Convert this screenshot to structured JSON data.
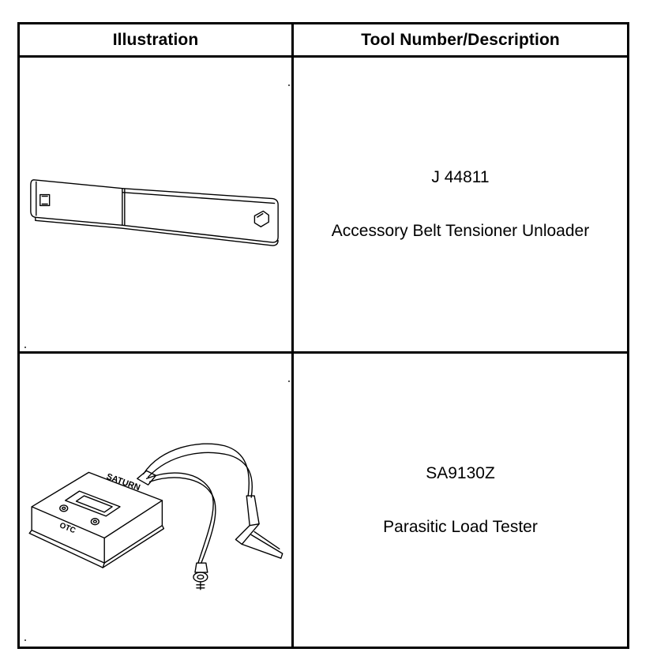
{
  "table": {
    "headers": {
      "illustration": "Illustration",
      "description": "Tool Number/Description"
    },
    "rows": [
      {
        "tool_number": "J 44811",
        "description": "Accessory Belt Tensioner Unloader",
        "illustration_icon": "tensioner-unloader-tool-icon"
      },
      {
        "tool_number": "SA9130Z",
        "description": "Parasitic Load Tester",
        "illustration_icon": "parasitic-load-tester-icon",
        "device_labels": {
          "brand": "SATURN",
          "maker": "OTC"
        }
      }
    ]
  }
}
